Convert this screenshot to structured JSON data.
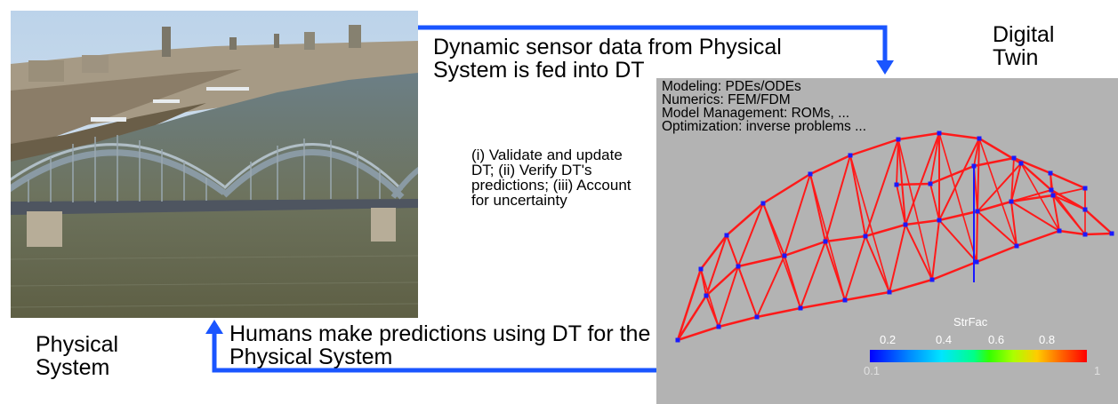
{
  "labels": {
    "top_caption": "Dynamic sensor data from Physical System is fed into DT",
    "bottom_caption": "Humans make predictions using DT for the Physical System",
    "physical_system": "Physical System",
    "digital_twin": "Digital Twin",
    "steps": "(i) Validate and update DT; (ii) Verify DT's predictions; (iii) Account for uncertainty"
  },
  "twin_panel": {
    "info_lines": [
      "Modeling: PDEs/ODEs",
      "Numerics: FEM/FDM",
      "Model Management: ROMs, ...",
      "Optimization: inverse problems ..."
    ],
    "colorbar": {
      "title": "StrFac",
      "tick_labels": [
        "0.2",
        "0.4",
        "0.6",
        "0.8"
      ],
      "min_label": "0.1",
      "max_label": "1"
    }
  },
  "colors": {
    "arrow": "#1a55ff",
    "truss_member": "#ff1a1a",
    "truss_node": "#1a1aff",
    "panel_bg": "#b3b3b3"
  }
}
